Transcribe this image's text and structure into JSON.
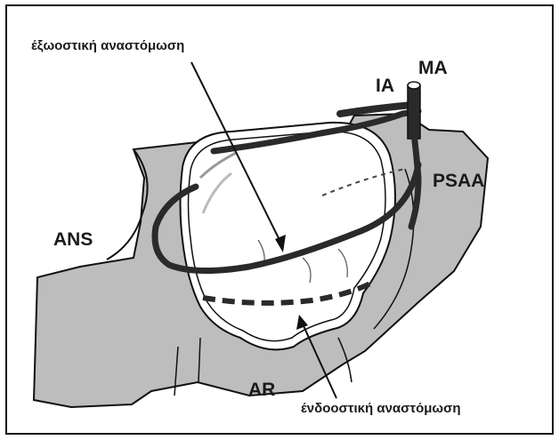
{
  "labels": {
    "extraosseous": "έξωοστική αναστόμωση",
    "intraosseous": "ένδοοστική αναστόμωση",
    "ia": "IA",
    "ma": "MA",
    "psaa": "PSAA",
    "ans": "ANS",
    "ar": "AR"
  },
  "colors": {
    "bone": "#bdbdbd",
    "vessel": "#2a2a2a",
    "outline": "#111111"
  }
}
